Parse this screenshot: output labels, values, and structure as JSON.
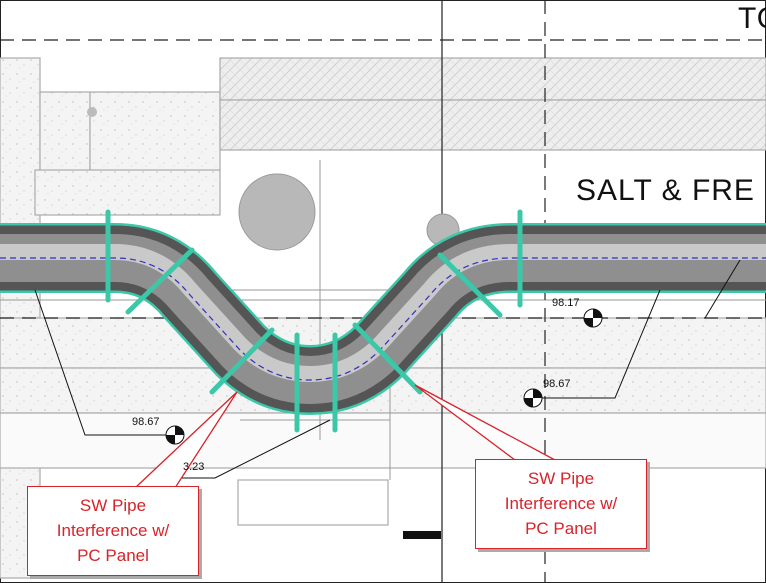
{
  "drawing": {
    "title_fragment": "TO",
    "room_label": "SALT & FRE",
    "elevations": [
      "98.17",
      "98.67",
      "98.67",
      "3.23"
    ],
    "callouts": [
      {
        "lines": [
          "SW Pipe",
          "Interference w/",
          "PC Panel"
        ]
      },
      {
        "lines": [
          "SW Pipe",
          "Interference w/",
          "PC Panel"
        ]
      }
    ],
    "colors": {
      "callout": "#d8232a",
      "pipe_outline": "#3cc8a8",
      "pipe": "#8a8a8a",
      "centerline": "#3030c0"
    }
  }
}
